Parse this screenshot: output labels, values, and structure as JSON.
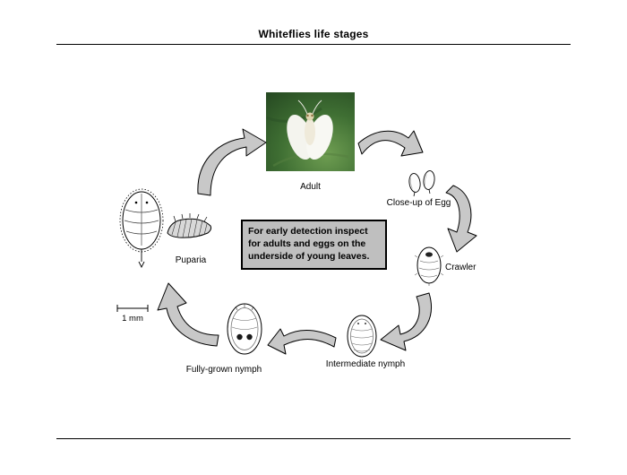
{
  "page": {
    "title": "Whiteflies life stages"
  },
  "stages": {
    "adult": {
      "label": "Adult"
    },
    "egg": {
      "label": "Close-up of Egg"
    },
    "crawler": {
      "label": "Crawler"
    },
    "intermediate_nymph": {
      "label": "Intermediate nymph"
    },
    "fully_grown_nymph": {
      "label": "Fully-grown nymph"
    },
    "puparia": {
      "label": "Puparia"
    }
  },
  "note": {
    "lines": [
      "For early detection inspect",
      "for adults and eggs on the",
      "underside of young leaves."
    ],
    "background": "#bfbfbf",
    "border": "#000000"
  },
  "scale_bar": {
    "label": "1 mm"
  },
  "arrows": [
    {
      "from": "Puparia",
      "to": "Adult"
    },
    {
      "from": "Adult",
      "to": "Close-up of Egg"
    },
    {
      "from": "Close-up of Egg",
      "to": "Crawler"
    },
    {
      "from": "Crawler",
      "to": "Intermediate nymph"
    },
    {
      "from": "Intermediate nymph",
      "to": "Fully-grown nymph"
    },
    {
      "from": "Fully-grown nymph",
      "to": "Puparia"
    }
  ],
  "colors": {
    "arrow_fill": "#c8c8c8",
    "arrow_stroke": "#000000",
    "note_background": "#bfbfbf",
    "photo_leaf_green": "#3f6f33"
  }
}
